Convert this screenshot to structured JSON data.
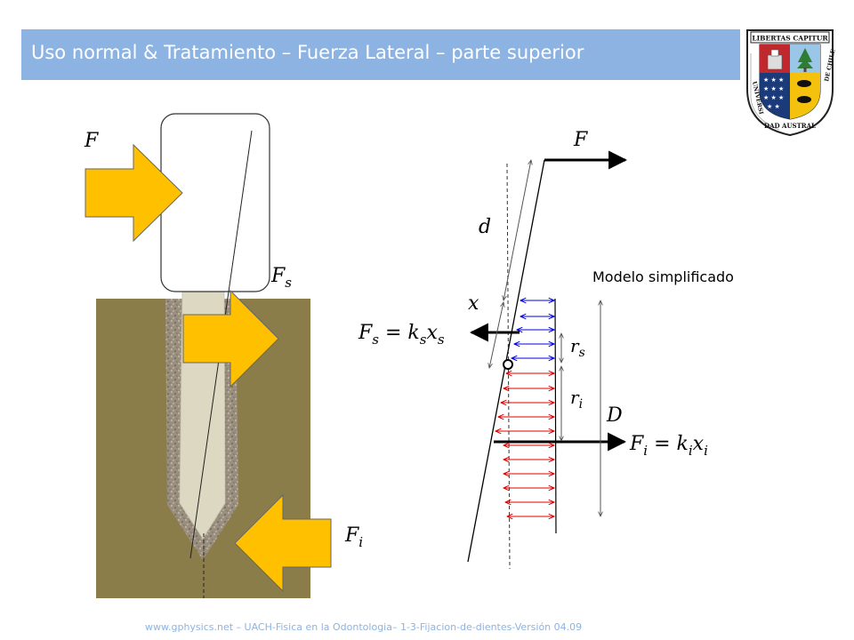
{
  "slide": {
    "title": "Uso normal & Tratamiento – Fuerza Lateral – parte superior",
    "footer": "www.gphysics.net – UACH-Fisica en la Odontologia– 1-3-Fijacion-de-dientes-Versión 04.09",
    "caption": "Modelo simplificado"
  },
  "crest": {
    "motto": "LIBERTAS CAPITUR",
    "ring_left": "UNIVERSI",
    "ring_bottom": "DAD AUSTRAL",
    "ring_right": "DE CHILE"
  },
  "left_diagram": {
    "label_F": "F",
    "label_Fs": "F",
    "label_Fs_sub": "s",
    "label_Fi": "F",
    "label_Fi_sub": "i"
  },
  "right_diagram": {
    "label_F": "F",
    "label_d": "d",
    "label_x": "x",
    "label_Fs_eq_F": "F",
    "label_Fs_eq_sub1": "s",
    "label_Fs_eq_rest": " = k",
    "label_Fs_eq_sub2": "s",
    "label_Fs_eq_x": "x",
    "label_Fs_eq_sub3": "s",
    "label_rs": "r",
    "label_rs_sub": "s",
    "label_ri": "r",
    "label_ri_sub": "i",
    "label_D": "D",
    "label_Fi_eq_F": "F",
    "label_Fi_eq_sub1": "i",
    "label_Fi_eq_rest": " = k",
    "label_Fi_eq_sub2": "i",
    "label_Fi_eq_x": "x",
    "label_Fi_eq_sub3": "i"
  },
  "colors": {
    "title_bar": "#8db3e2",
    "bone": "#8b7d4a",
    "arrow_fill": "#ffc000",
    "spring_top": "#0000dd",
    "spring_bottom": "#e00000"
  }
}
